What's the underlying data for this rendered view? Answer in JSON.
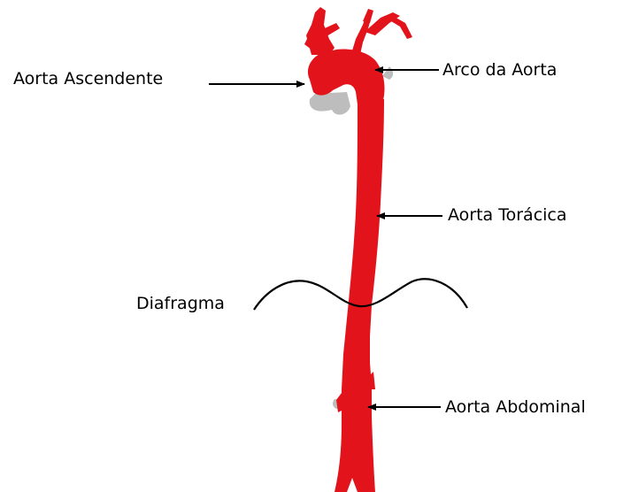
{
  "labels": {
    "aorta_ascendente": "Aorta Ascendente",
    "arco_da_aorta": "Arco da Aorta",
    "aorta_toracica": "Aorta Torácica",
    "diafragma": "Diafragma",
    "aorta_abdominal": "Aorta Abdominal"
  },
  "colors": {
    "vessel": "#e3131b",
    "vessel_shadow": "#b9b9b9",
    "line": "#000000",
    "background": "#ffffff"
  }
}
